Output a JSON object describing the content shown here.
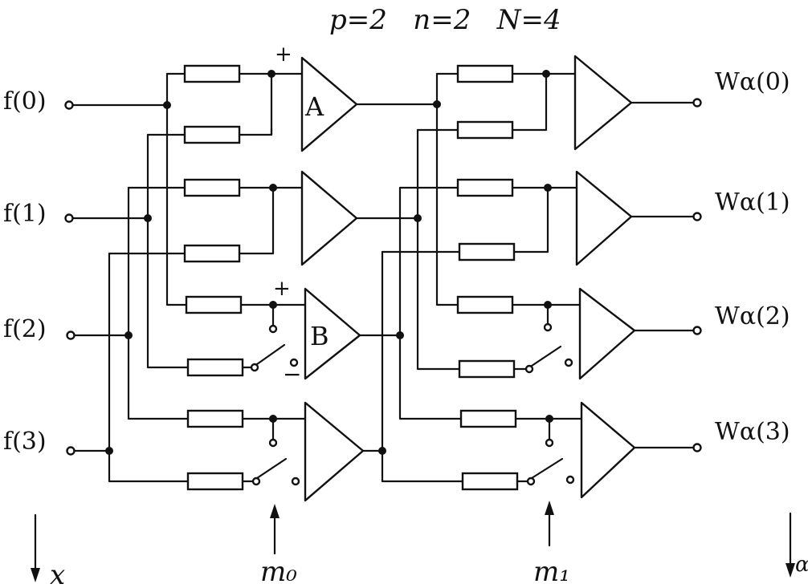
{
  "header": {
    "params": "p=2   n=2   N=4"
  },
  "inputs": [
    "f(0)",
    "f(1)",
    "f(2)",
    "f(3)"
  ],
  "outputs": [
    "Wα(0)",
    "Wα(1)",
    "Wα(2)",
    "Wα(3)"
  ],
  "amplifier_labels": {
    "a": "A",
    "b": "B"
  },
  "signs": {
    "plus": "+",
    "minus": "−"
  },
  "controls": {
    "m0": "m₀",
    "m1": "m₁"
  },
  "axis": {
    "x": "x",
    "right": "α"
  }
}
